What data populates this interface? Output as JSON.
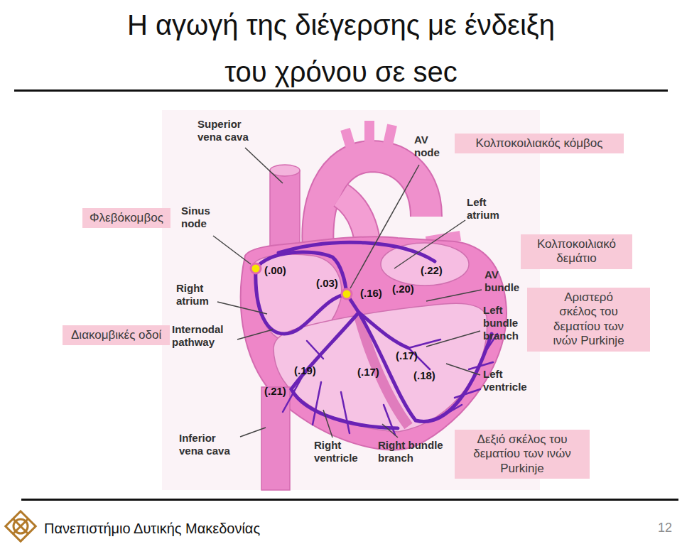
{
  "diagram": {
    "title": "Η αγωγή της διέγερσης με ένδειξη του χρόνου σε sec",
    "nodes": [
      {
        "text": [
          "Κολποκοιλιακός κόμβος"
        ]
      },
      {
        "text": [
          "Φλεβόκομβος"
        ]
      },
      {
        "text": [
          "Κολποκοιλιακό δεμάτιο"
        ]
      },
      {
        "text": [
          "Διακομβικές οδοί"
        ]
      },
      {
        "text": [
          "Αριστερό σκέλος του δεματίου των ινών Purkinje"
        ]
      },
      {
        "text": [
          "Δεξιό σκέλος του δεματίου των ινών Purkinje"
        ]
      }
    ],
    "labels": [
      "Superior vena cava",
      "AV node",
      "Sinus node",
      "Left atrium",
      "(.00)",
      "(.03)",
      "(.16)",
      "(.20)",
      "(.22)",
      "Right atrium",
      "AV bundle",
      "Internodal pathway",
      "Left bundle branch",
      "(.17)",
      "(.19)",
      "(.17)",
      "(.18)",
      "(.21)",
      "Left ventricle",
      "Inferior vena cava",
      "Right ventricle",
      "Right bundle branch",
      "Πανεπιστήμιο Δυτικής Μακεδονίας",
      "12"
    ]
  }
}
